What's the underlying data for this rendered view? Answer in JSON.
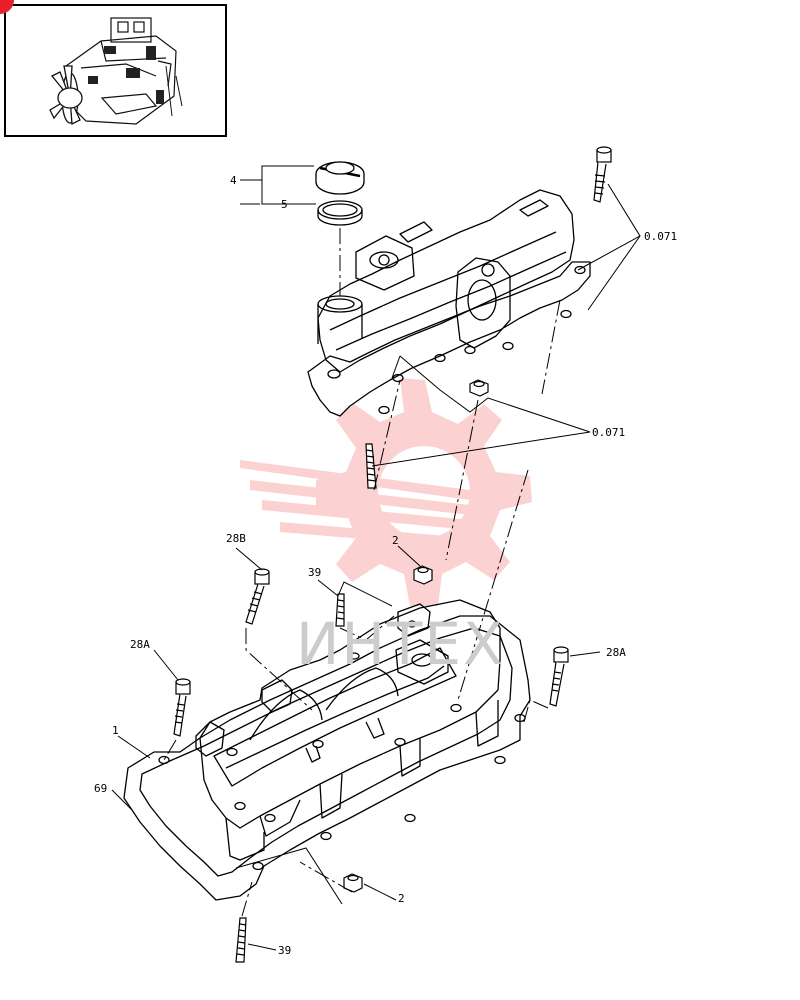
{
  "watermark": {
    "text": "ИНТЕХ",
    "color": "#f26a6a"
  },
  "callouts": {
    "label_4": "4",
    "label_5": "5",
    "label_0071_top": "0.071",
    "label_0071_mid": "0.071",
    "label_28b": "28B",
    "label_39_upper": "39",
    "label_2_upper": "2",
    "label_28a_left": "28A",
    "label_28a_right": "28A",
    "label_1": "1",
    "label_69": "69",
    "label_2_lower": "2",
    "label_39_lower": "39"
  },
  "icons": {
    "engine_thumbnail": "engine-icon"
  }
}
